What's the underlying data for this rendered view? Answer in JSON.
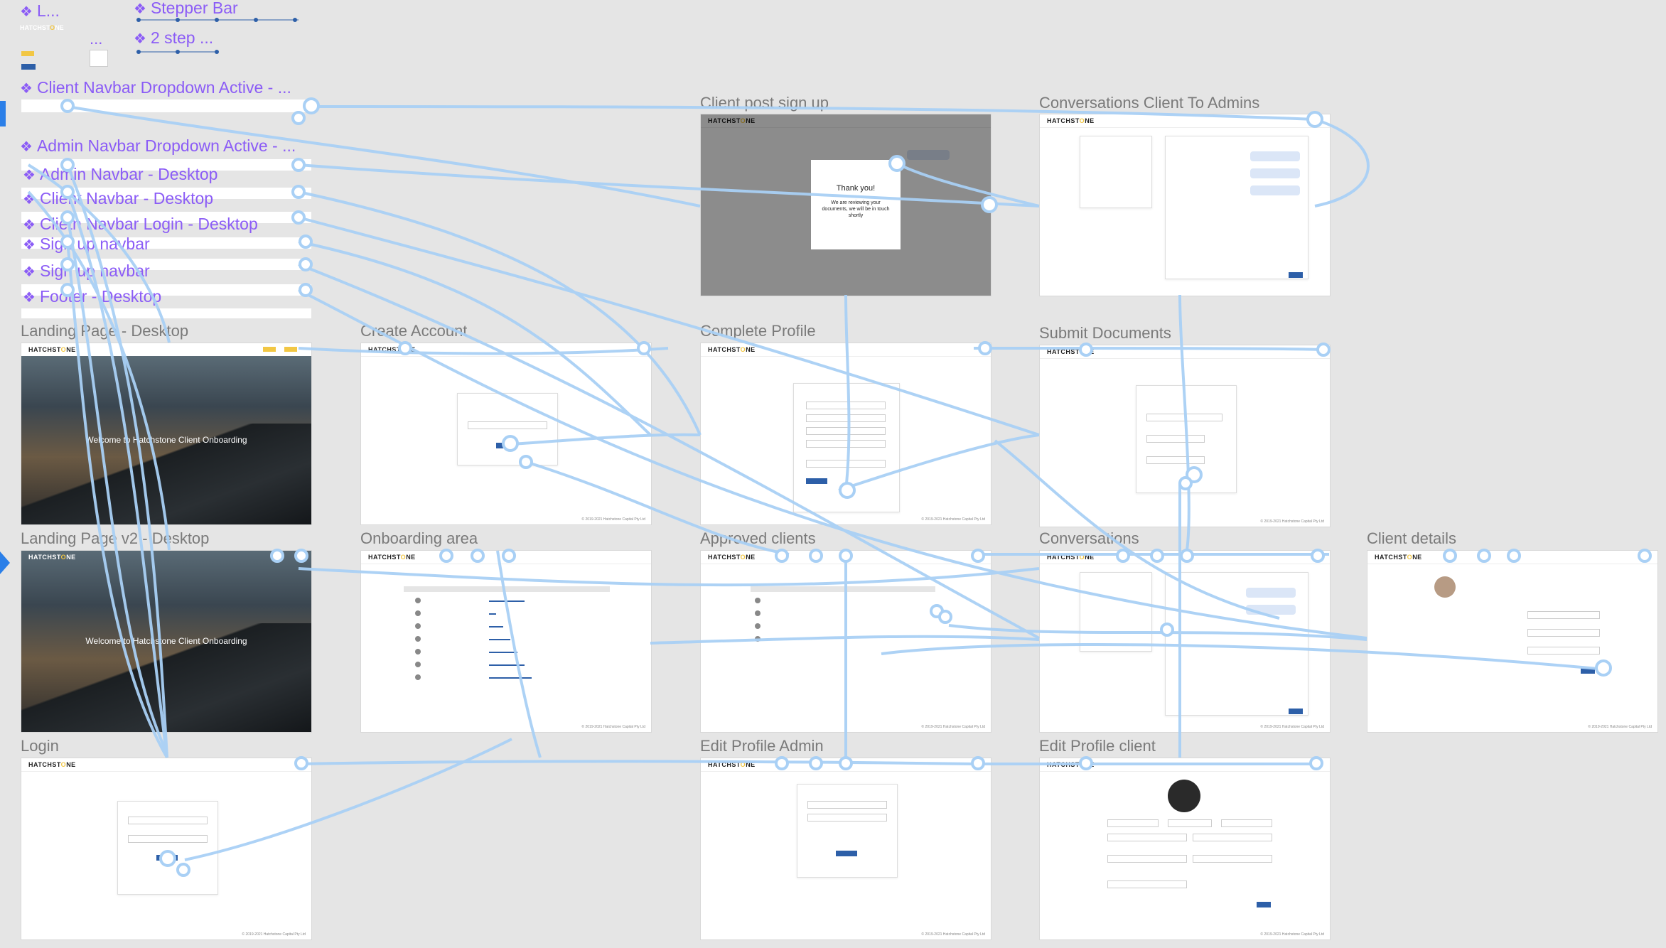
{
  "components": {
    "c1": "L...",
    "c2": "Stepper Bar",
    "c3": "2 step ...",
    "c4": "Client Navbar Dropdown Active - ...",
    "c5": "Admin Navbar Dropdown Active - ...",
    "c6": "Admin Navbar - Desktop",
    "c7": "Client Navbar - Desktop",
    "c8": "Clietn Navbar Login - Desktop",
    "c9": "Sign up navbar",
    "c10": "Sign up navbar",
    "c11": "Footer - Desktop"
  },
  "frames": {
    "post_signup": "Client post sign up",
    "conv_admins": "Conversations Client To Admins",
    "landing": "Landing Page - Desktop",
    "create": "Create Account",
    "complete": "Complete Profile",
    "submit": "Submit Documents",
    "landing2": "Landing Page v2 - Desktop",
    "onboarding": "Onboarding area",
    "approved": "Approved clients",
    "conversations": "Conversations",
    "client_details": "Client details",
    "login": "Login",
    "edit_admin": "Edit Profile Admin",
    "edit_client": "Edit Profile client"
  },
  "content": {
    "logo_a": "HATCHST",
    "logo_o": "O",
    "logo_b": "NE",
    "hero_text": "Welcome to Hatchstone Client Onboarding",
    "modal_title": "Thank you!",
    "modal_body": "We are reviewing your documents, we will be in touch shortly",
    "ellipsis": "...",
    "footer": "© 2019-2021 Hatchstone Capital Pty Ltd"
  },
  "colors": {
    "accent": "#2d5fa8",
    "component": "#8b5cf6",
    "wire": "#a9d0f5",
    "selection": "#2b7fe8",
    "brand_yellow": "#f2c744"
  }
}
